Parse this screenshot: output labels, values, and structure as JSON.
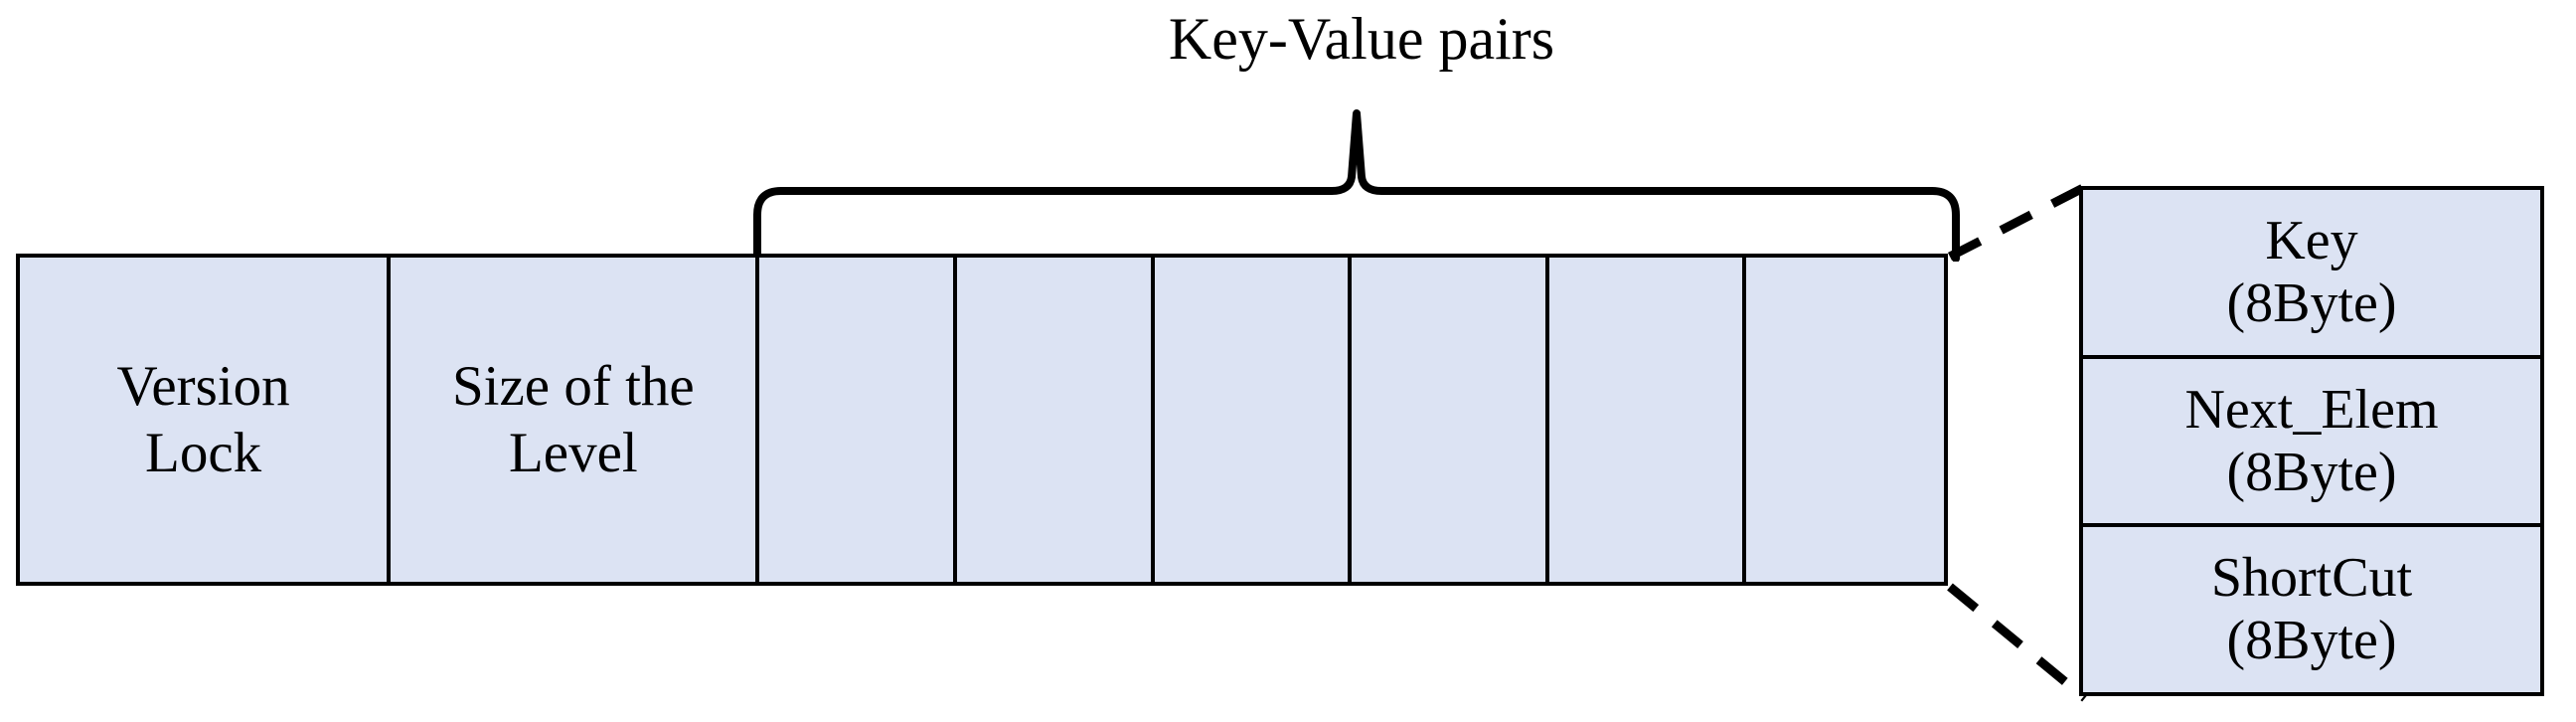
{
  "diagram": {
    "title": "Node layout with key-value pairs and element detail",
    "colors": {
      "cell_fill": "#dce3f3",
      "stroke": "#000000",
      "background": "#ffffff"
    },
    "brace_caption": "Key-Value pairs",
    "node_bar": {
      "header_cells": [
        {
          "label": "Version\nLock"
        },
        {
          "label": "Size of the\nLevel"
        }
      ],
      "kv_cells": [
        {
          "label": ""
        },
        {
          "label": ""
        },
        {
          "label": ""
        },
        {
          "label": ""
        },
        {
          "label": ""
        },
        {
          "label": ""
        }
      ],
      "kv_cell_count": 6
    },
    "element_detail": {
      "rows": [
        {
          "name": "Key",
          "size": "(8Byte)",
          "label": "Key\n(8Byte)"
        },
        {
          "name": "Next_Elem",
          "size": "(8Byte)",
          "label": "Next_Elem\n(8Byte)"
        },
        {
          "name": "ShortCut",
          "size": "(8Byte)",
          "label": "ShortCut\n(8Byte)"
        }
      ]
    },
    "connectors": {
      "style": "dashed",
      "top_line_label": "top-connector",
      "bottom_line_label": "bottom-connector"
    }
  }
}
